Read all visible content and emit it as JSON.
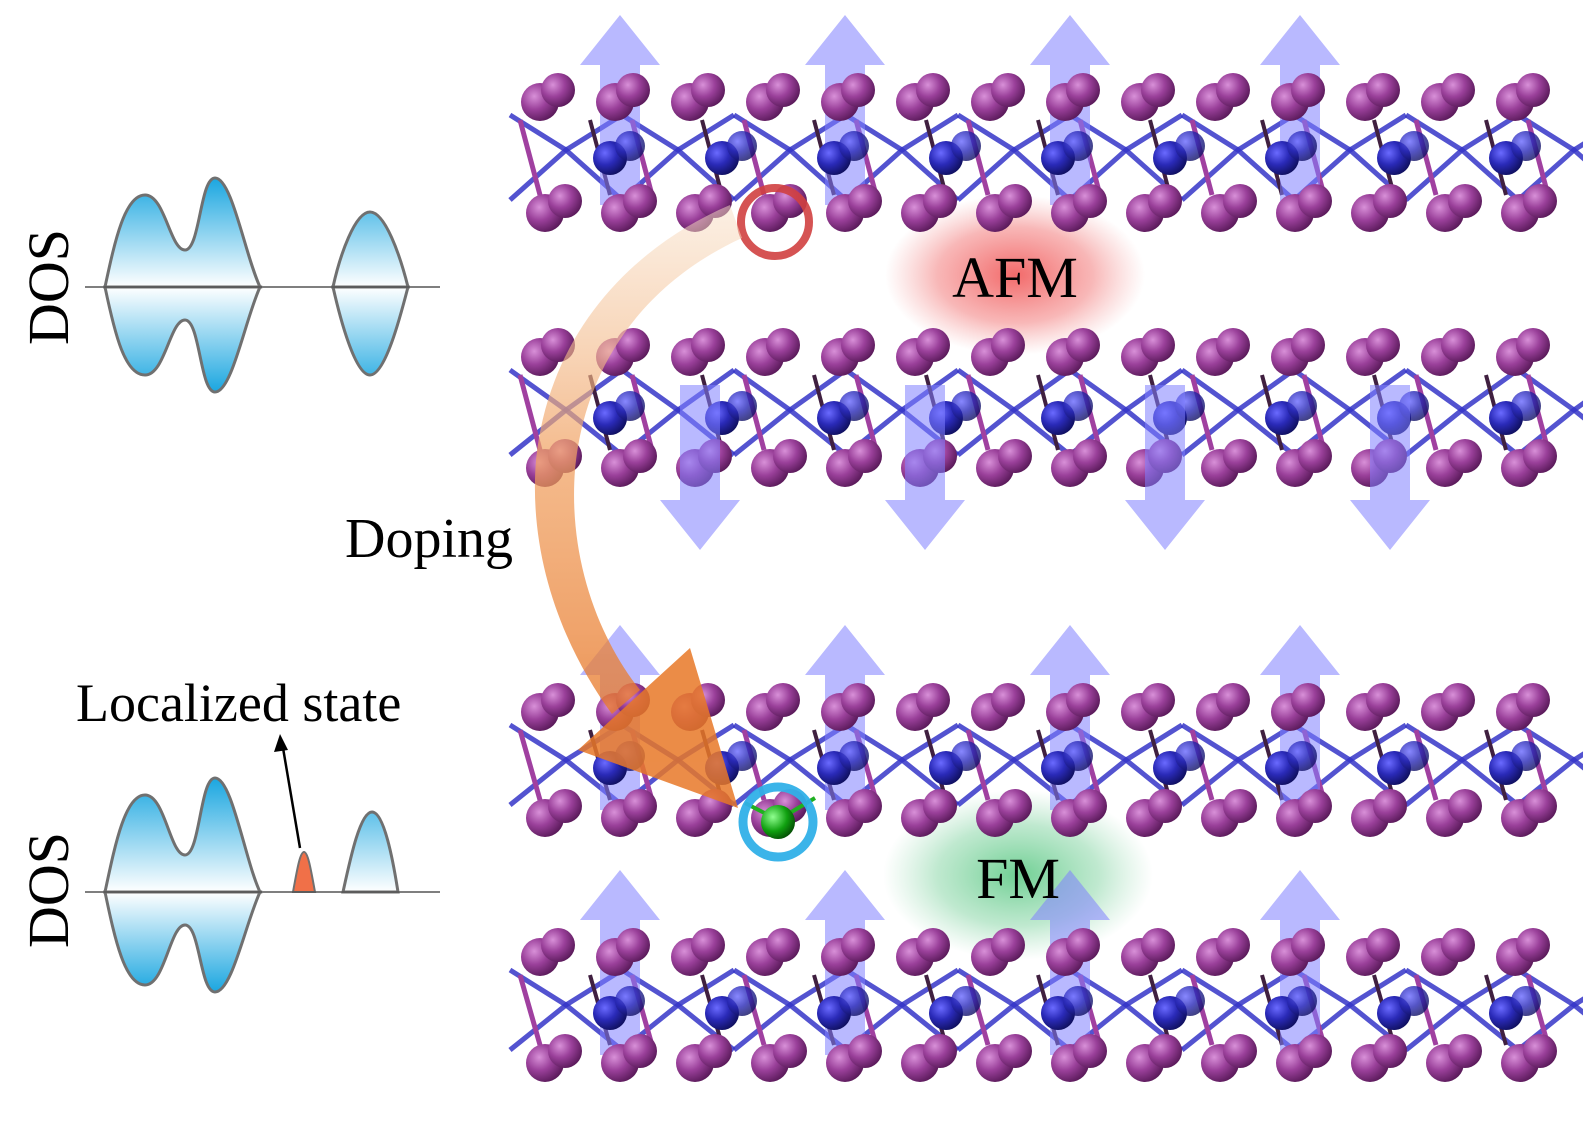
{
  "labels": {
    "dos_top": "DOS",
    "dos_bottom": "DOS",
    "afm": "AFM",
    "fm": "FM",
    "doping": "Doping",
    "localized_state": "Localized state"
  },
  "colors": {
    "atom_i": "#8e3d8f",
    "atom_metal": "#2a2ab8",
    "bond_i": "#a040a0",
    "bond_metal": "#3535c8",
    "spin_arrow": "#8080ff",
    "dos_fill_edge": "#1aa6e0",
    "dos_fill_center": "#ffffff",
    "dos_outline": "#707070",
    "localized_peak": "#f07048",
    "afm_glow": "#f05050",
    "fm_glow": "#40c070",
    "doping_arrow": "#f08030",
    "vacancy_ring": "#d04040",
    "dopant_ring": "#30b0e8",
    "dopant_atom": "#20b020"
  },
  "layers": [
    {
      "id": "afm-upper",
      "spin": "up"
    },
    {
      "id": "afm-lower",
      "spin": "down"
    },
    {
      "id": "fm-upper",
      "spin": "up"
    },
    {
      "id": "fm-lower",
      "spin": "up"
    }
  ]
}
